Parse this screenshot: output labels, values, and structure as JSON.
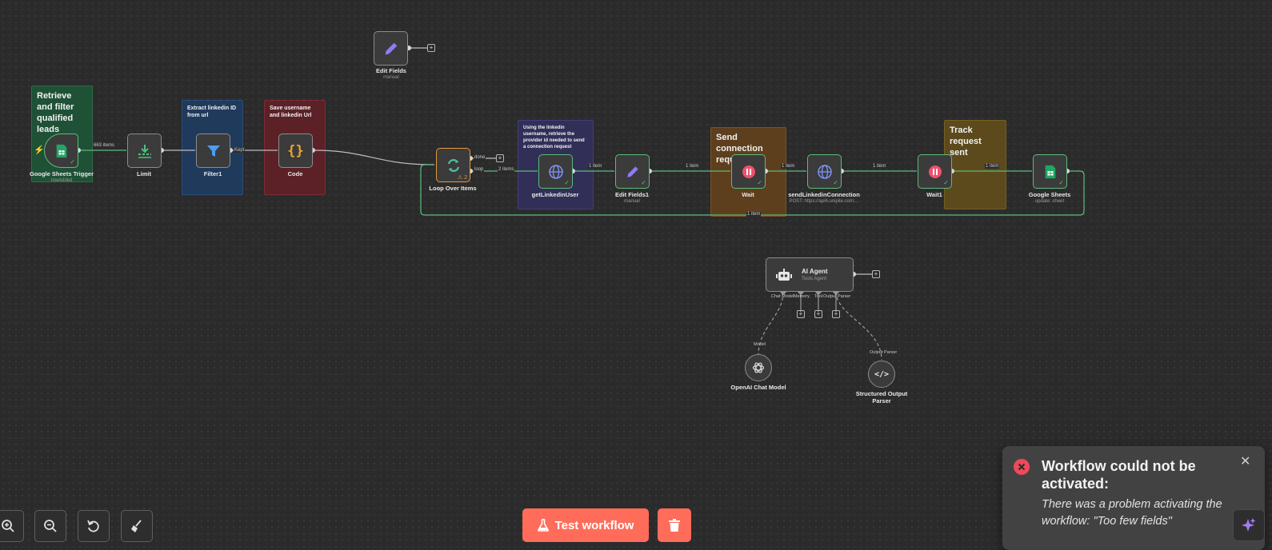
{
  "stickies": {
    "retrieve": "Retrieve and filter qualified leads",
    "extract": "Extract linkedin ID from url",
    "save": "Save username and linkedin Url",
    "using": "Using the linkedin username, retrieve the provider id needed to send a connection request",
    "send": "Send connection request",
    "track": "Track request sent"
  },
  "nodes": {
    "edit_fields": {
      "label": "Edit Fields",
      "sub": "manual"
    },
    "sheets_trigger": {
      "label": "Google Sheets Trigger",
      "sub": "rowAdded"
    },
    "limit": {
      "label": "Limit"
    },
    "filter1": {
      "label": "Filter1"
    },
    "code": {
      "label": "Code"
    },
    "loop": {
      "label": "Loop Over Items",
      "warn": "2"
    },
    "get_linkedin_user": {
      "label": "getLinkedinUser"
    },
    "edit_fields1": {
      "label": "Edit Fields1",
      "sub": "manual"
    },
    "wait": {
      "label": "Wait"
    },
    "send_linkedin": {
      "label": "sendLinkedinConnection",
      "sub": "POST: https://api6.unipile.com:..."
    },
    "wait1": {
      "label": "Wait1"
    },
    "google_sheets": {
      "label": "Google Sheets",
      "sub": "update: sheet"
    },
    "ai_agent": {
      "label": "AI Agent",
      "sub": "Tools Agent",
      "ports": [
        "Chat Model",
        "Memory",
        "Tool",
        "Output Parser"
      ]
    },
    "openai": {
      "label": "OpenAI Chat Model",
      "port": "Model"
    },
    "parser": {
      "label": "Structured Output Parser",
      "port": "Output Parser"
    }
  },
  "edges": {
    "e663": "663 items",
    "kept": "Kept",
    "done": "done",
    "loop": "loop",
    "two": "2 items",
    "one_a": "1 item",
    "one_b": "1 item",
    "one_c": "1 item",
    "one_d": "1 item",
    "one_e": "1 item",
    "one_back": "1 item"
  },
  "toolbar": {
    "zoom_in": "zoom-in",
    "zoom_out": "zoom-out",
    "reset": "reset-zoom",
    "tidy": "tidy-up"
  },
  "actions": {
    "test_workflow": "Test workflow"
  },
  "toast": {
    "title": "Workflow could not be activated:",
    "message": "There was a problem activating the workflow: \"Too few fields\""
  },
  "colors": {
    "accent": "#ff6d5a",
    "success": "#5dbb7a",
    "error": "#f0495a",
    "warning": "#e29a3a",
    "sticky_green": "#1e5136",
    "sticky_blue": "#203a5c",
    "sticky_red": "#5b2127",
    "sticky_purple": "#312e58",
    "sticky_orange": "#5e3f1d",
    "sticky_yellow": "#5c4a1c"
  }
}
